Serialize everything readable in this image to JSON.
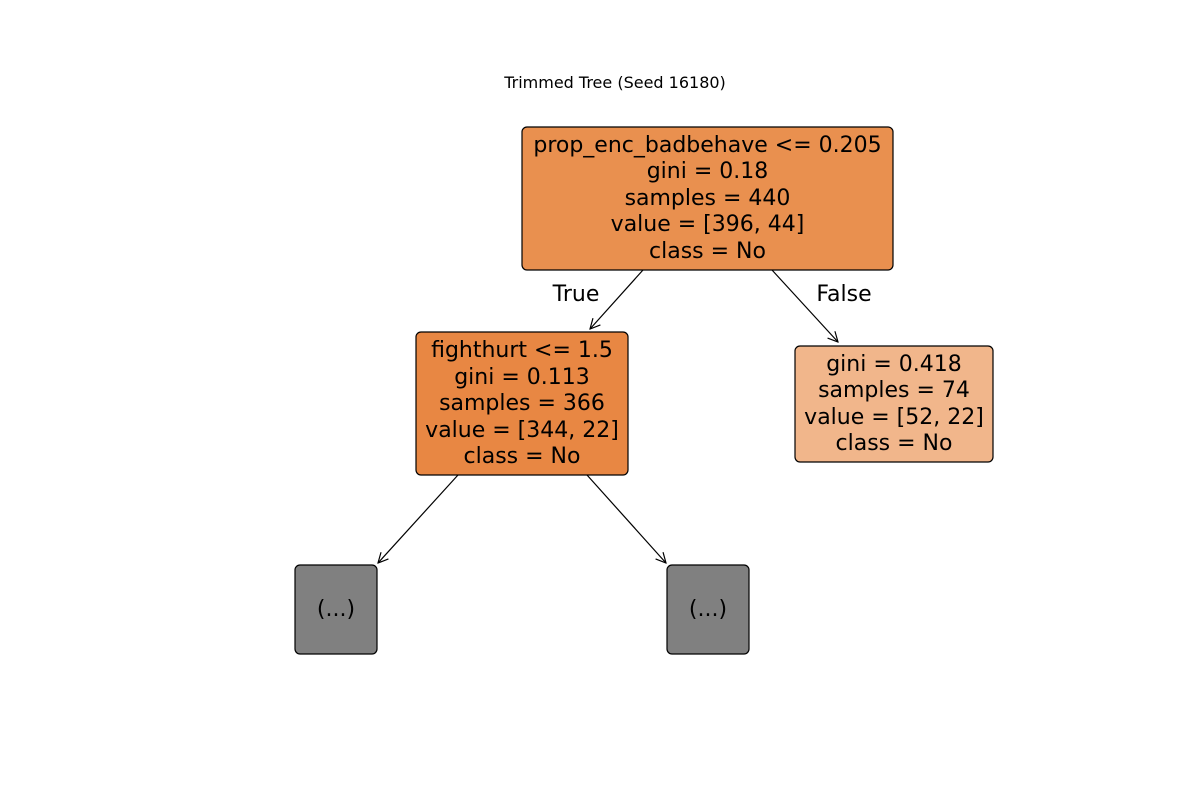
{
  "title": "Trimmed Tree (Seed 16180)",
  "colors": {
    "root_fill": "#e9904f",
    "left_fill": "#e88743",
    "right_fill": "#f1b68b",
    "truncated_fill": "#808080",
    "stroke": "#000000"
  },
  "nodes": {
    "root": {
      "lines": [
        "prop_enc_badbehave <= 0.205",
        "gini = 0.18",
        "samples = 440",
        "value = [396, 44]",
        "class = No"
      ]
    },
    "left": {
      "lines": [
        "fighthurt <= 1.5",
        "gini = 0.113",
        "samples = 366",
        "value = [344, 22]",
        "class = No"
      ]
    },
    "right": {
      "lines": [
        "gini = 0.418",
        "samples = 74",
        "value = [52, 22]",
        "class = No"
      ]
    },
    "left_left": {
      "lines": [
        "(...)"
      ]
    },
    "left_right": {
      "lines": [
        "(...)"
      ]
    }
  },
  "edge_labels": {
    "true": "True",
    "false": "False"
  }
}
